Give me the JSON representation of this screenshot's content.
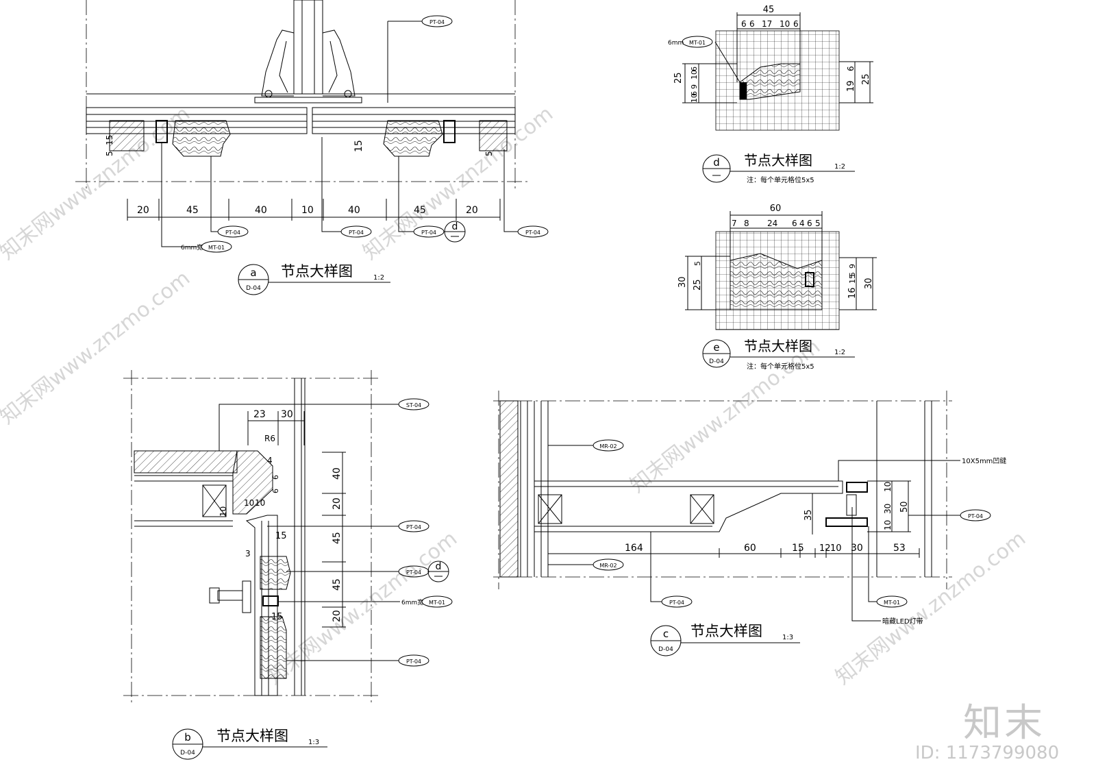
{
  "details": {
    "a": {
      "letter": "a",
      "sheet": "D-04",
      "title": "节点大样图",
      "scale": "1:2",
      "dims": [
        "20",
        "45",
        "40",
        "10",
        "40",
        "45",
        "20"
      ],
      "small_dims": [
        "15",
        "5",
        "5",
        "15"
      ],
      "tags": [
        "PT-04",
        "PT-04",
        "PT-04",
        "PT-04",
        "PT-04",
        "MT-01"
      ],
      "note": "6mm宽",
      "ref": "d"
    },
    "b": {
      "letter": "b",
      "sheet": "D-04",
      "title": "节点大样图",
      "scale": "1:3",
      "dims": [
        "23",
        "30",
        "R6",
        "4",
        "6",
        "6",
        "10",
        "10",
        "40",
        "20",
        "10",
        "15",
        "45",
        "3",
        "45",
        "20",
        "15"
      ],
      "tags": [
        "ST-04",
        "PT-04",
        "PT-04",
        "MT-01",
        "PT-04"
      ],
      "note": "6mm宽",
      "ref": "d"
    },
    "c": {
      "letter": "c",
      "sheet": "D-04",
      "title": "节点大样图",
      "scale": "1:3",
      "dims": [
        "164",
        "60",
        "15",
        "12",
        "10",
        "30",
        "53",
        "35",
        "10",
        "30",
        "50",
        "10"
      ],
      "tags": [
        "MR-02",
        "MR-02",
        "PT-04",
        "PT-04",
        "MT-01"
      ],
      "notes": [
        "10X5mm凹缝",
        "暗藏LED灯带"
      ]
    },
    "d": {
      "letter": "d",
      "title": "节点大样图",
      "scale": "1:2",
      "note": "注：每个单元格位5x5",
      "dims_top": [
        "45",
        "6",
        "6",
        "17",
        "10",
        "6"
      ],
      "dims_left": [
        "25",
        "6",
        "10",
        "9",
        "6",
        "10"
      ],
      "dims_right": [
        "19",
        "6",
        "25"
      ],
      "tag": "MT-01",
      "tag_note": "6mm"
    },
    "e": {
      "letter": "e",
      "sheet": "D-04",
      "title": "节点大样图",
      "scale": "1:2",
      "note": "注：每个单元格位5x5",
      "dims_top": [
        "60",
        "7",
        "8",
        "24",
        "6",
        "4",
        "6",
        "5"
      ],
      "dims_left": [
        "5",
        "30",
        "25"
      ],
      "dims_right": [
        "9",
        "5",
        "15",
        "16",
        "30"
      ]
    }
  },
  "brand": {
    "logo": "知末",
    "id": "ID: 1173799080",
    "watermark": "知末网www.znzmo.com"
  }
}
